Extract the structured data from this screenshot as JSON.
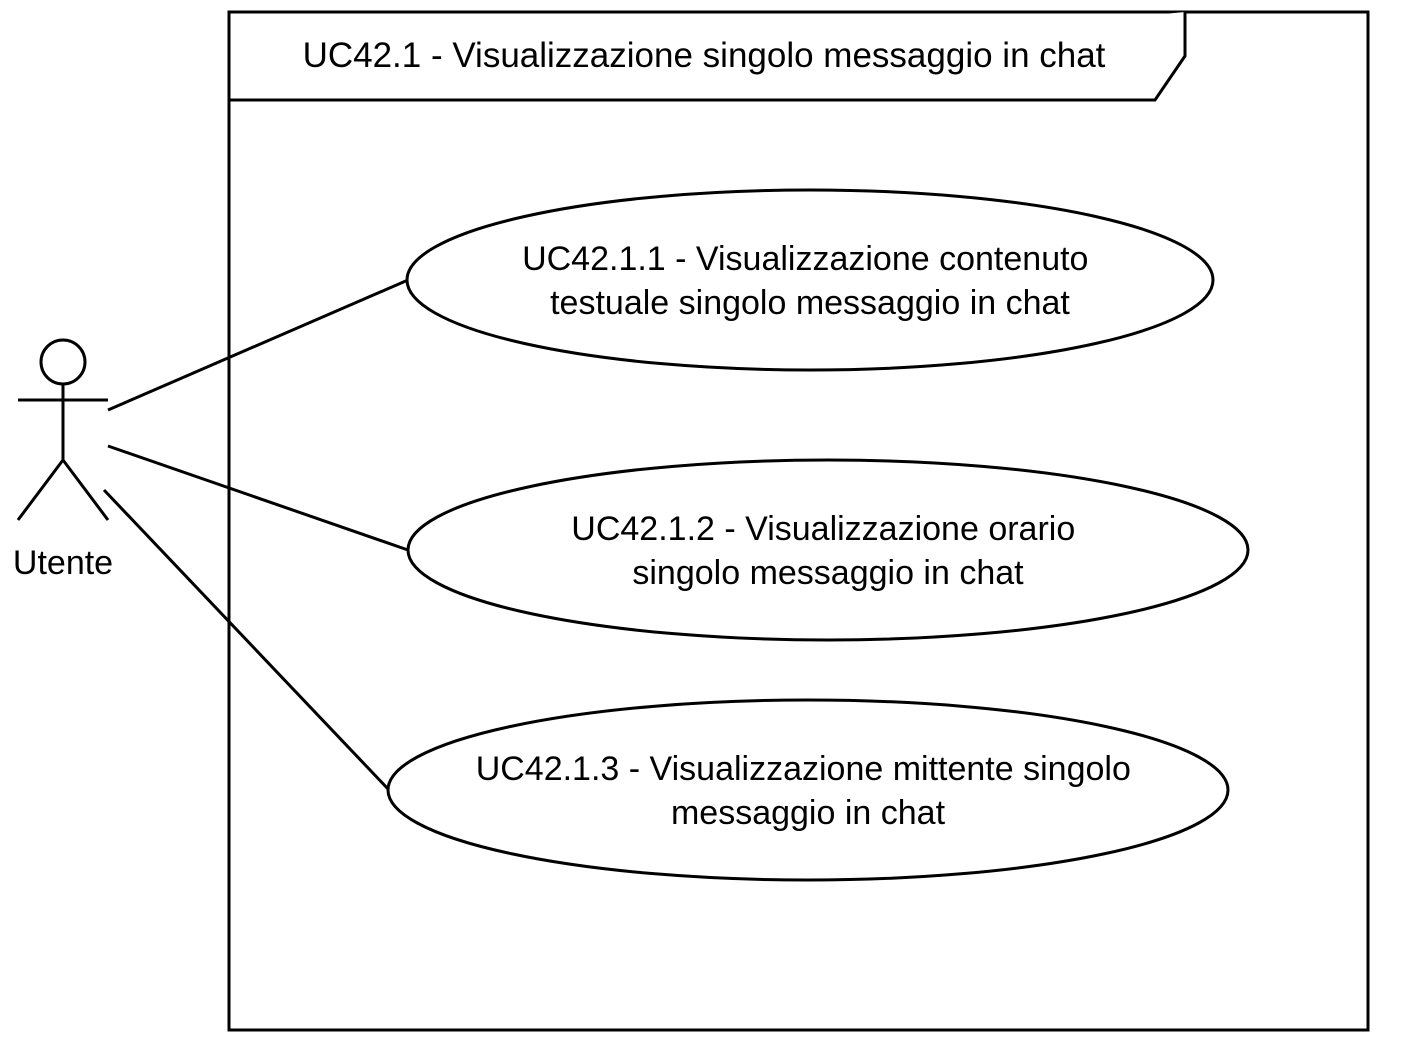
{
  "diagram": {
    "boundary": {
      "title": "UC42.1 - Visualizzazione singolo messaggio in chat"
    },
    "actor": {
      "name": "Utente"
    },
    "use_cases": [
      {
        "line1": "UC42.1.1 - Visualizzazione contenuto",
        "line2": "testuale singolo messaggio in chat"
      },
      {
        "line1": "UC42.1.2 - Visualizzazione orario",
        "line2": "singolo messaggio in chat"
      },
      {
        "line1": "UC42.1.3 - Visualizzazione mittente singolo",
        "line2": "messaggio in chat"
      }
    ]
  }
}
